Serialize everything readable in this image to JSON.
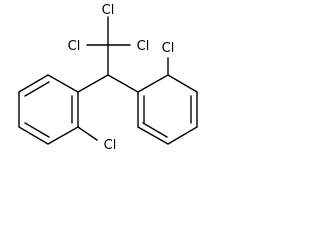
{
  "molecule": {
    "atoms": {
      "cl_top": "Cl",
      "cl_left": "Cl",
      "cl_right": "Cl",
      "cl_upper_right_ring": "Cl",
      "cl_lower_left_ring": "Cl"
    }
  },
  "colors": {
    "bond": "#000000",
    "label": "#000000",
    "background": "#ffffff"
  }
}
